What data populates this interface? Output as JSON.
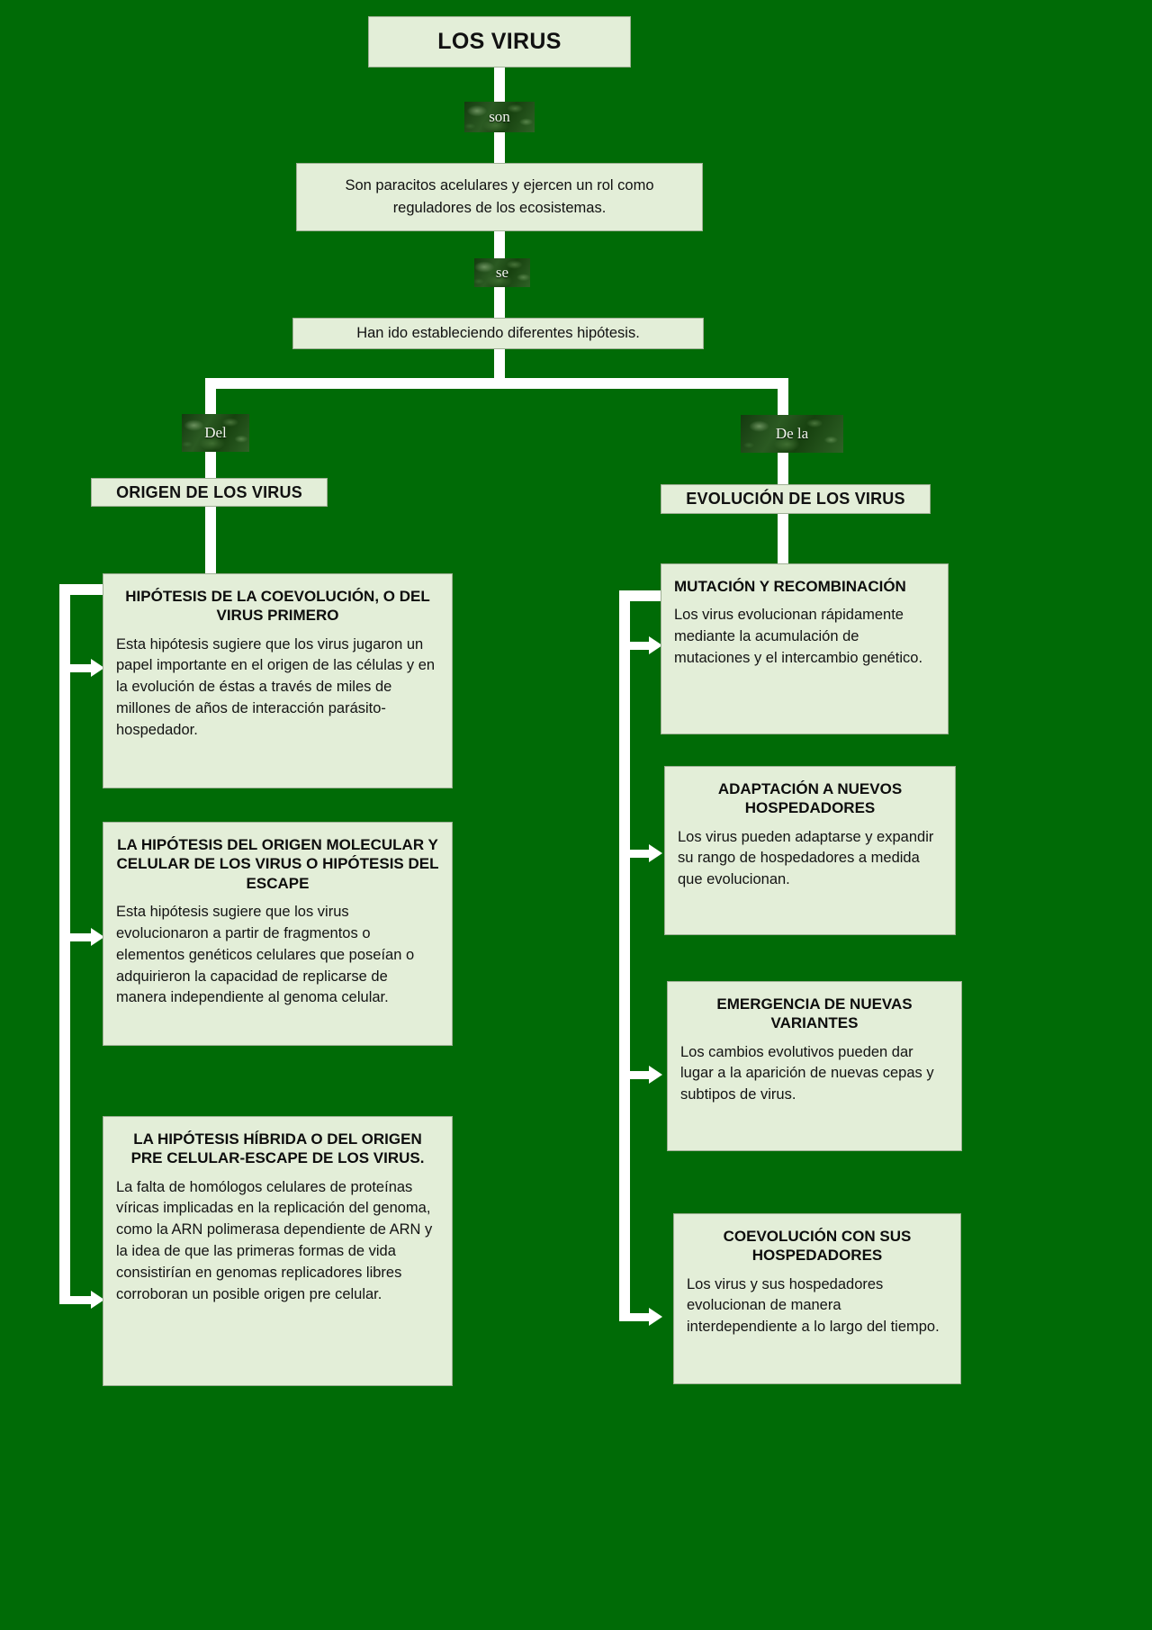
{
  "colors": {
    "background": "#006b06",
    "card_fill": "#e3eed8",
    "card_border": "#9fb095",
    "connector": "#ffffff",
    "chip_text": "#f2f6ee",
    "text": "#111111"
  },
  "root": {
    "title": "LOS VIRUS"
  },
  "connector_labels": {
    "son": "son",
    "se": "se",
    "del": "Del",
    "de_la": "De la"
  },
  "statements": [
    {
      "id": "paracitos",
      "text": "Son paracitos acelulares y ejercen un rol como reguladores de los ecosistemas."
    },
    {
      "id": "hipotesis",
      "text": "Han ido estableciendo diferentes hipótesis."
    }
  ],
  "branches": [
    {
      "id": "origen",
      "header": "ORIGEN DE LOS VIRUS",
      "items": [
        {
          "title": "HIPÓTESIS DE LA COEVOLUCIÓN, O DEL VIRUS PRIMERO",
          "body": "Esta hipótesis sugiere que los virus jugaron un papel importante en el origen de las células y en la evolución de éstas a través de miles de millones de años de interacción parásito-hospedador."
        },
        {
          "title": "LA HIPÓTESIS DEL ORIGEN MOLECULAR Y CELULAR DE LOS VIRUS O HIPÓTESIS DEL ESCAPE",
          "body": "Esta hipótesis sugiere que los virus evolucionaron a partir de fragmentos o elementos genéticos celulares que poseían o adquirieron la capacidad de replicarse de manera independiente al genoma celular."
        },
        {
          "title": "LA HIPÓTESIS HÍBRIDA O DEL ORIGEN PRE CELULAR-ESCAPE DE LOS VIRUS.",
          "body": "La falta de homólogos celulares de proteínas víricas implicadas en la replicación del genoma, como la ARN polimerasa dependiente de ARN y la idea de que las primeras formas de vida consistirían en genomas replicadores libres corroboran un posible origen pre celular."
        }
      ]
    },
    {
      "id": "evolucion",
      "header": "EVOLUCIÓN DE LOS VIRUS",
      "items": [
        {
          "title": "MUTACIÓN Y RECOMBINACIÓN",
          "body": "Los virus evolucionan rápidamente mediante la acumulación de mutaciones y el intercambio genético."
        },
        {
          "title": "ADAPTACIÓN A NUEVOS HOSPEDADORES",
          "body": "Los virus pueden adaptarse y expandir su rango de hospedadores a medida que evolucionan."
        },
        {
          "title": "EMERGENCIA DE NUEVAS VARIANTES",
          "body": "Los cambios evolutivos pueden dar lugar a la aparición de nuevas cepas y subtipos de virus."
        },
        {
          "title": "COEVOLUCIÓN CON SUS HOSPEDADORES",
          "body": "Los virus y sus hospedadores evolucionan de manera interdependiente a lo largo del tiempo."
        }
      ]
    }
  ]
}
